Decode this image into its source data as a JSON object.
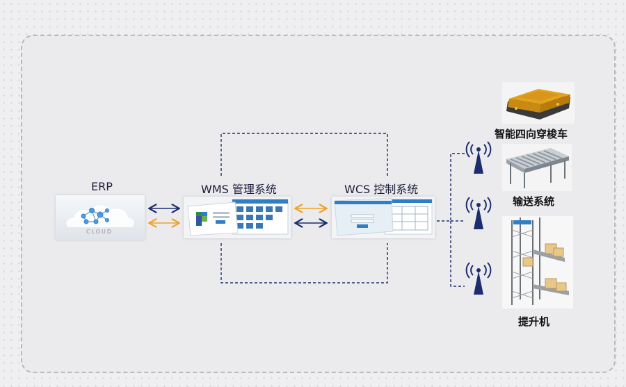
{
  "nodes": {
    "erp": {
      "label": "ERP",
      "logo_text": "CLOUD"
    },
    "wms": {
      "label": "WMS  管理系统"
    },
    "wcs": {
      "label": "WCS 控制系统"
    }
  },
  "devices": {
    "shuttle": {
      "label": "智能四向穿梭车"
    },
    "conveyor": {
      "label": "输送系统"
    },
    "lift": {
      "label": "提升机"
    }
  },
  "colors": {
    "navy": "#1c2c6e",
    "orange": "#f0a22a",
    "accent_blue": "#2f7fc8"
  }
}
